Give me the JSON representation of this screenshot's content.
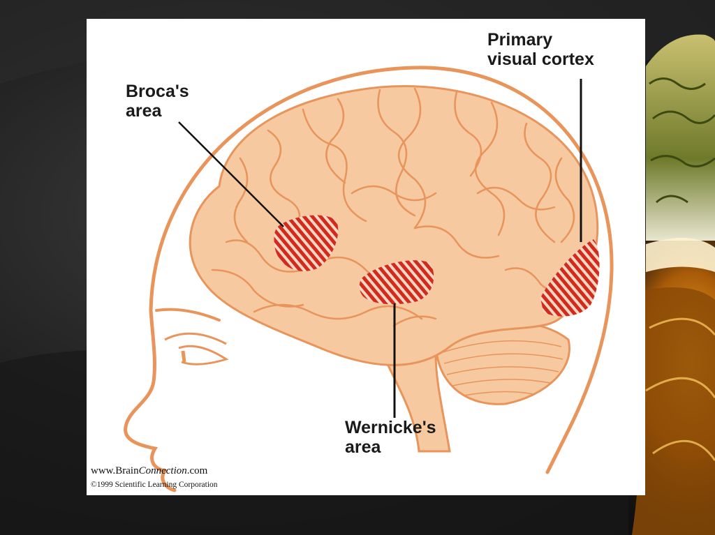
{
  "labels": {
    "broca": [
      "Broca's",
      "area"
    ],
    "visual": [
      "Primary",
      "visual cortex"
    ],
    "wernicke": [
      "Wernicke's",
      "area"
    ]
  },
  "credit": {
    "site_prefix": "www.Brain",
    "site_italic": "Connection",
    "site_suffix": ".com",
    "copyright": "©1999 Scientific Learning Corporation"
  },
  "colors": {
    "brain_fill": "#f6c9a0",
    "outline": "#e8945a",
    "hatch_red": "#d42a1e",
    "page_background": "#ffffff"
  }
}
